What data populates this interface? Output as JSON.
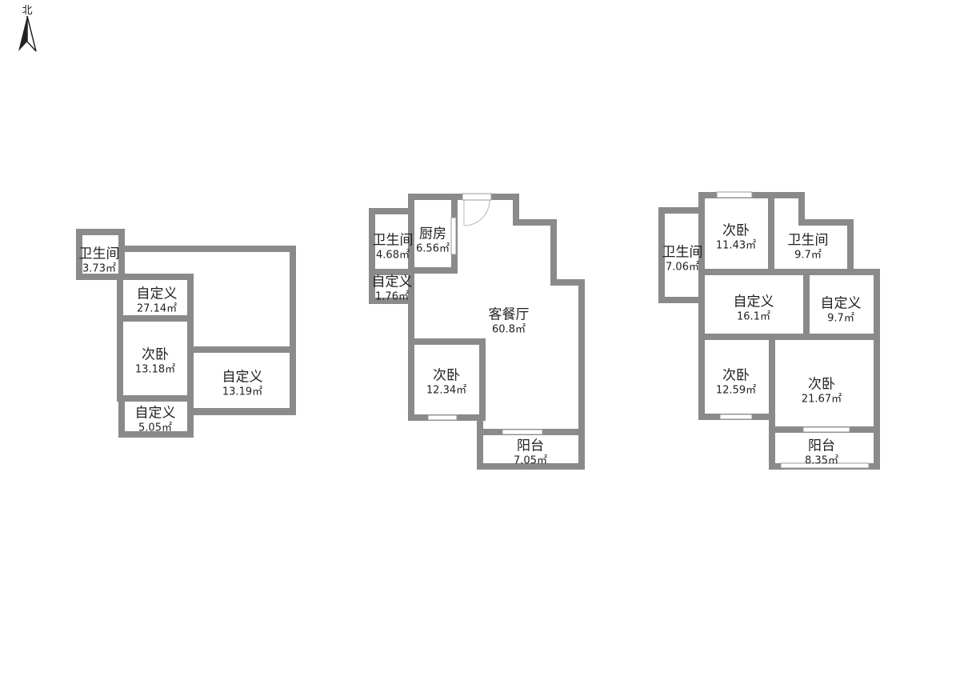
{
  "compass": {
    "label": "北",
    "icon": "north-arrow-icon"
  },
  "floors": [
    {
      "id": "left",
      "rooms": [
        {
          "key": "bathroom",
          "name": "卫生间",
          "area": "3.73㎡"
        },
        {
          "key": "custom-a",
          "name": "自定义",
          "area": "27.14㎡"
        },
        {
          "key": "bedroom",
          "name": "次卧",
          "area": "13.18㎡"
        },
        {
          "key": "custom-b",
          "name": "自定义",
          "area": "13.19㎡"
        },
        {
          "key": "custom-c",
          "name": "自定义",
          "area": "5.05㎡"
        }
      ]
    },
    {
      "id": "middle",
      "rooms": [
        {
          "key": "bathroom",
          "name": "卫生间",
          "area": "4.68㎡"
        },
        {
          "key": "kitchen",
          "name": "厨房",
          "area": "6.56㎡"
        },
        {
          "key": "custom",
          "name": "自定义",
          "area": "1.76㎡"
        },
        {
          "key": "living-dining",
          "name": "客餐厅",
          "area": "60.8㎡"
        },
        {
          "key": "bedroom",
          "name": "次卧",
          "area": "12.34㎡"
        },
        {
          "key": "balcony",
          "name": "阳台",
          "area": "7.05㎡"
        }
      ]
    },
    {
      "id": "right",
      "rooms": [
        {
          "key": "bathroom-a",
          "name": "卫生间",
          "area": "7.06㎡"
        },
        {
          "key": "bedroom-a",
          "name": "次卧",
          "area": "11.43㎡"
        },
        {
          "key": "bathroom-b",
          "name": "卫生间",
          "area": "9.7㎡"
        },
        {
          "key": "custom-a",
          "name": "自定义",
          "area": "16.1㎡"
        },
        {
          "key": "custom-b",
          "name": "自定义",
          "area": "9.7㎡"
        },
        {
          "key": "bedroom-b",
          "name": "次卧",
          "area": "12.59㎡"
        },
        {
          "key": "bedroom-c",
          "name": "次卧",
          "area": "21.67㎡"
        },
        {
          "key": "balcony",
          "name": "阳台",
          "area": "8.35㎡"
        }
      ]
    }
  ],
  "colors": {
    "wall": "#8a8a8a",
    "background": "#ffffff",
    "text": "#222222"
  }
}
